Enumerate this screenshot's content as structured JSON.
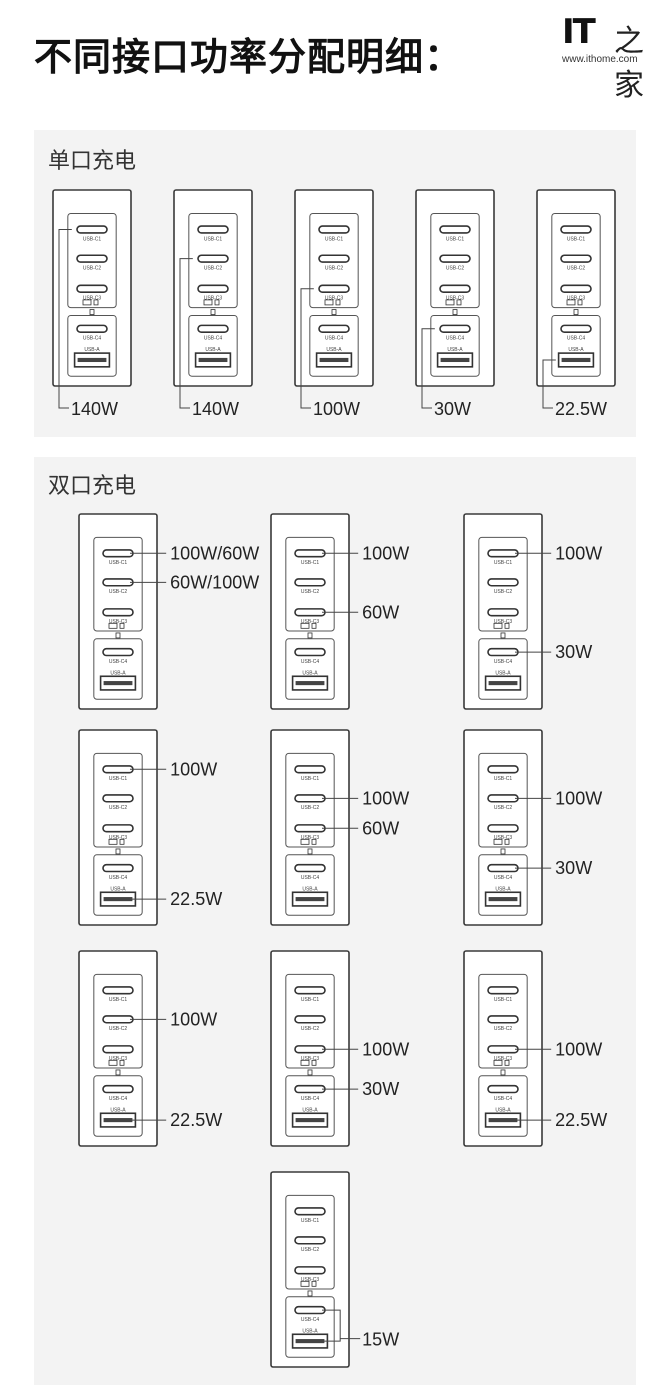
{
  "title": "不同接口功率分配明细：",
  "logo": {
    "mark": "IT",
    "hand": "之家",
    "url": "www.ithome.com"
  },
  "sections": {
    "single": "单口充电",
    "dual": "双口充电"
  },
  "port_labels": [
    "USB-C1",
    "USB-C2",
    "USB-C3",
    "USB-C4",
    "USB-A"
  ],
  "single_port": [
    {
      "port": "USB-C1",
      "power": "140W"
    },
    {
      "port": "USB-C2",
      "power": "140W"
    },
    {
      "port": "USB-C3",
      "power": "100W"
    },
    {
      "port": "USB-C4",
      "power": "30W"
    },
    {
      "port": "USB-A",
      "power": "22.5W"
    }
  ],
  "dual_port": [
    [
      {
        "port": "USB-C1",
        "power": "100W/60W"
      },
      {
        "port": "USB-C2",
        "power": "60W/100W"
      }
    ],
    [
      {
        "port": "USB-C1",
        "power": "100W"
      },
      {
        "port": "USB-C3",
        "power": "60W"
      }
    ],
    [
      {
        "port": "USB-C1",
        "power": "100W"
      },
      {
        "port": "USB-C4",
        "power": "30W"
      }
    ],
    [
      {
        "port": "USB-C1",
        "power": "100W"
      },
      {
        "port": "USB-A",
        "power": "22.5W"
      }
    ],
    [
      {
        "port": "USB-C2",
        "power": "100W"
      },
      {
        "port": "USB-C3",
        "power": "60W"
      }
    ],
    [
      {
        "port": "USB-C2",
        "power": "100W"
      },
      {
        "port": "USB-C4",
        "power": "30W"
      }
    ],
    [
      {
        "port": "USB-C2",
        "power": "100W"
      },
      {
        "port": "USB-A",
        "power": "22.5W"
      }
    ],
    [
      {
        "port": "USB-C3",
        "power": "100W"
      },
      {
        "port": "USB-C4",
        "power": "30W"
      }
    ],
    [
      {
        "port": "USB-C3",
        "power": "100W"
      },
      {
        "port": "USB-A",
        "power": "22.5W"
      }
    ],
    [
      {
        "port": "USB-C4+USB-A",
        "power": "15W"
      }
    ]
  ]
}
